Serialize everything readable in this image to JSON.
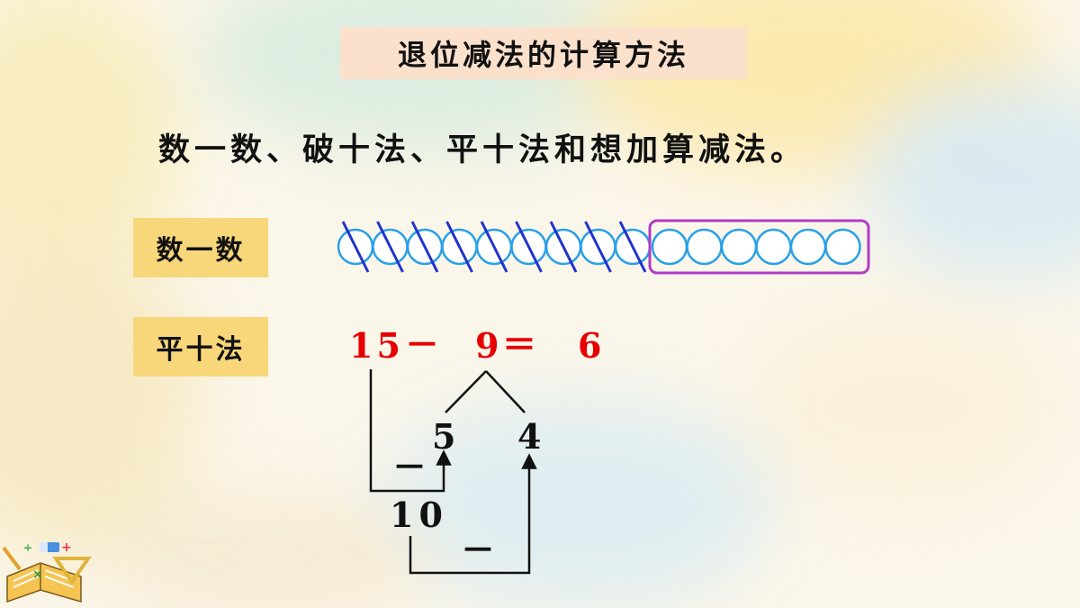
{
  "title": "退位减法的计算方法",
  "subtitle": "数一数、破十法、平十法和想加算减法。",
  "tags": {
    "count": "数一数",
    "flat_ten": "平十法"
  },
  "circles": {
    "total": 15,
    "crossed": 9,
    "remaining": 6
  },
  "equation": {
    "a": "15",
    "op": "－",
    "b": "9",
    "eq": "＝",
    "result": "6"
  },
  "split": {
    "left": "5",
    "right": "4"
  },
  "ten": "10",
  "minus_sign": "－",
  "colors": {
    "accent_red": "#e60000",
    "circle_blue": "#2aa0e6",
    "slash_blue": "#2233cc",
    "box_purple": "#b03cc6",
    "tag_yellow": "#f8d77a",
    "title_peach": "#fbe0cc"
  },
  "icons": [
    "school-supplies-icon"
  ]
}
